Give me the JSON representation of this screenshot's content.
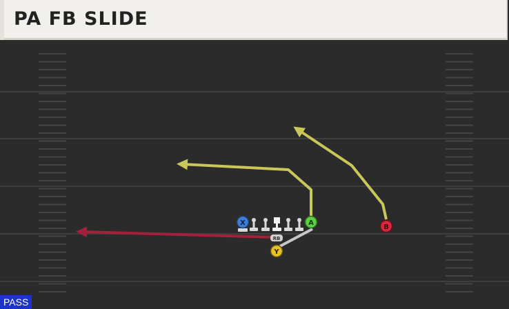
{
  "play": {
    "title": "PA FB SLIDE",
    "type_badge": "PASS"
  },
  "players": {
    "x": {
      "label": "X",
      "color": "#3d7fd6"
    },
    "a": {
      "label": "A",
      "color": "#5ecf43"
    },
    "b": {
      "label": "B",
      "color": "#d9283b"
    },
    "y": {
      "label": "Y",
      "color": "#e7c126"
    },
    "rb": {
      "label": "RB"
    }
  },
  "routes": {
    "colors": {
      "primary": "#c9c65a",
      "progression": "#a3213a",
      "block": "#c7c7c7"
    }
  },
  "colors": {
    "field": "#2b2b2b",
    "title_bg": "#f1f0ec",
    "badge_bg": "#1b33c9"
  }
}
